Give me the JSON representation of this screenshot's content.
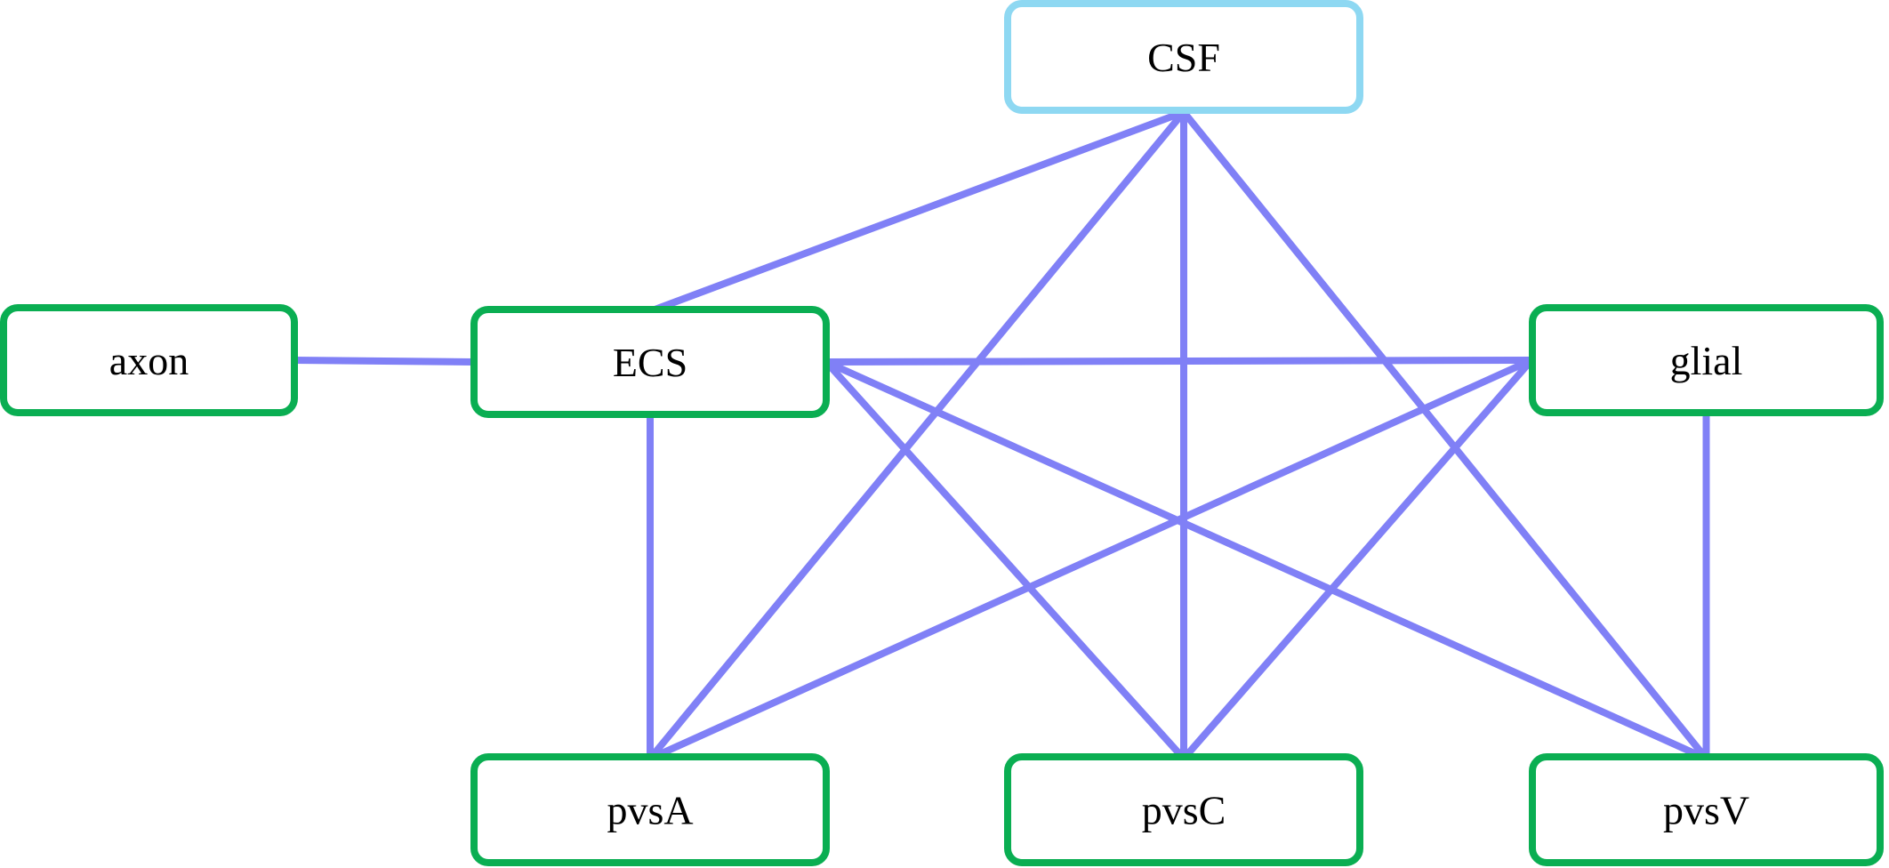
{
  "diagram": {
    "type": "graph",
    "directed": false,
    "colors": {
      "edge": "#8080F6",
      "node_border_default": "#0AAE52",
      "node_border_csf": "#8ED8F2",
      "node_fill": "#FFFFFF",
      "label": "#000000"
    },
    "nodes": [
      {
        "id": "CSF",
        "label": "CSF",
        "style": "csf"
      },
      {
        "id": "axon",
        "label": "axon",
        "style": "default"
      },
      {
        "id": "ECS",
        "label": "ECS",
        "style": "default"
      },
      {
        "id": "glial",
        "label": "glial",
        "style": "default"
      },
      {
        "id": "pvsA",
        "label": "pvsA",
        "style": "default"
      },
      {
        "id": "pvsC",
        "label": "pvsC",
        "style": "default"
      },
      {
        "id": "pvsV",
        "label": "pvsV",
        "style": "default"
      }
    ],
    "edges": [
      {
        "from": "axon",
        "to": "ECS"
      },
      {
        "from": "CSF",
        "to": "ECS"
      },
      {
        "from": "CSF",
        "to": "pvsA"
      },
      {
        "from": "CSF",
        "to": "pvsC"
      },
      {
        "from": "CSF",
        "to": "pvsV"
      },
      {
        "from": "ECS",
        "to": "glial"
      },
      {
        "from": "ECS",
        "to": "pvsA"
      },
      {
        "from": "ECS",
        "to": "pvsC"
      },
      {
        "from": "ECS",
        "to": "pvsV"
      },
      {
        "from": "glial",
        "to": "pvsA"
      },
      {
        "from": "glial",
        "to": "pvsC"
      },
      {
        "from": "glial",
        "to": "pvsV"
      }
    ]
  }
}
